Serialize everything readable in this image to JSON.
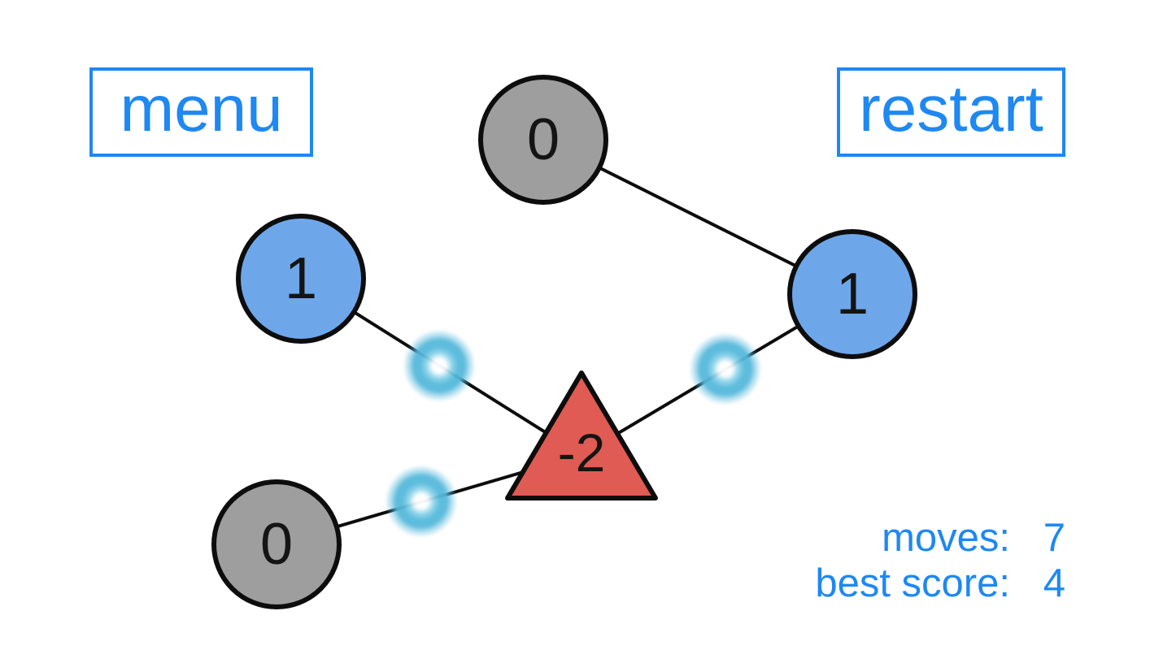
{
  "colors": {
    "accent": "#1e88f3",
    "node-gray": "#9e9e9e",
    "node-blue": "#6ea7e9",
    "node-red": "#df5b53",
    "glow": "rgba(85,184,219,0.95)"
  },
  "buttons": {
    "menu": "menu",
    "restart": "restart"
  },
  "hud": {
    "moves_label": "moves:",
    "moves_value": "7",
    "best_label": "best score:",
    "best_value": "4"
  },
  "graph": {
    "nodes": [
      {
        "id": "top",
        "shape": "circle",
        "color": "gray",
        "value": "0"
      },
      {
        "id": "left",
        "shape": "circle",
        "color": "blue",
        "value": "1"
      },
      {
        "id": "right",
        "shape": "circle",
        "color": "blue",
        "value": "1"
      },
      {
        "id": "bottom-left",
        "shape": "circle",
        "color": "gray",
        "value": "0"
      },
      {
        "id": "center",
        "shape": "triangle",
        "color": "red",
        "value": "-2"
      }
    ],
    "edges": [
      {
        "from": "top",
        "to": "right",
        "glow_dot": false
      },
      {
        "from": "left",
        "to": "center",
        "glow_dot": true
      },
      {
        "from": "right",
        "to": "center",
        "glow_dot": true
      },
      {
        "from": "bottom-left",
        "to": "center",
        "glow_dot": true
      }
    ]
  }
}
